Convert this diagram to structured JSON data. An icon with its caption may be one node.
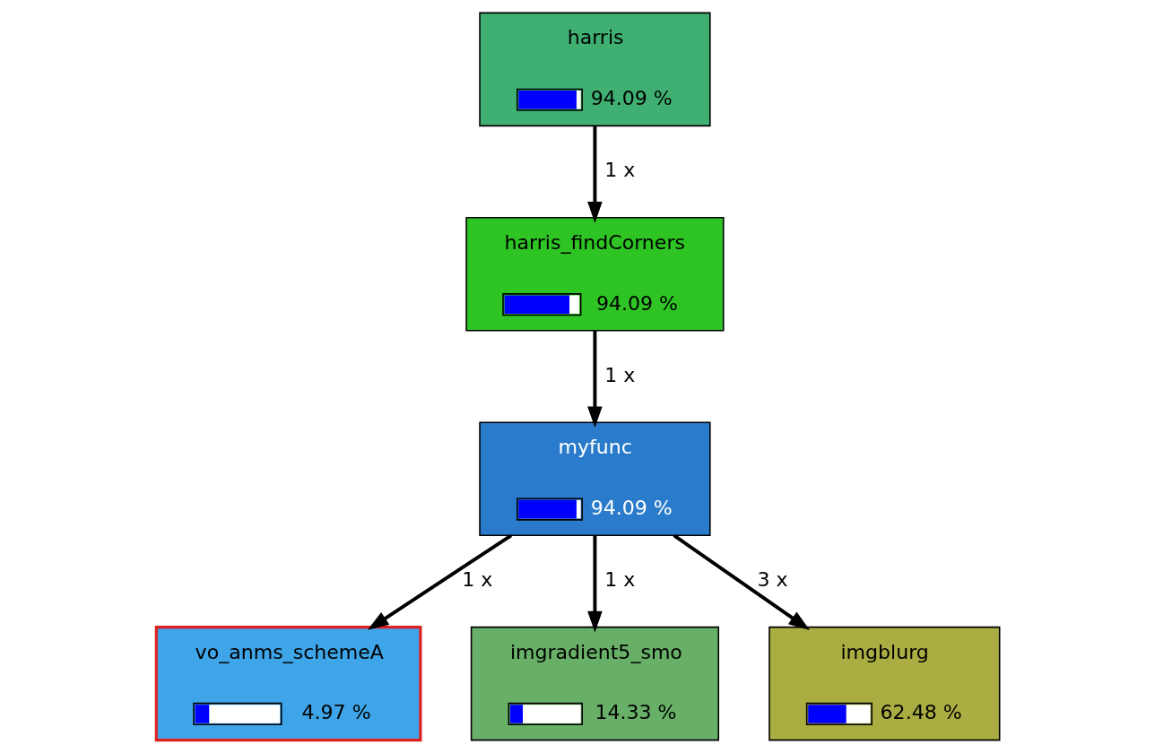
{
  "diagram": {
    "nodes": [
      {
        "text": [
          "harris",
          "94.09 %"
        ]
      },
      {
        "text": [
          "harris_findCorners",
          "94.09 %"
        ]
      },
      {
        "text": [
          "myfunc",
          "94.09 %"
        ]
      },
      {
        "text": [
          "vo_anms_schemeA",
          "4.97 %"
        ]
      },
      {
        "text": [
          "imgradient5_smo",
          "14.33 %"
        ]
      },
      {
        "text": [
          "imgblurg",
          "62.48 %"
        ]
      }
    ],
    "edges": [
      {
        "from": 0,
        "to": 1,
        "arrow": "to",
        "label": "1 x"
      },
      {
        "from": 1,
        "to": 2,
        "arrow": "to",
        "label": "1 x"
      },
      {
        "from": 2,
        "to": 3,
        "arrow": "to",
        "label": "1 x"
      },
      {
        "from": 2,
        "to": 4,
        "arrow": "to",
        "label": "1 x"
      },
      {
        "from": 2,
        "to": 5,
        "arrow": "to",
        "label": "3 x"
      }
    ]
  }
}
